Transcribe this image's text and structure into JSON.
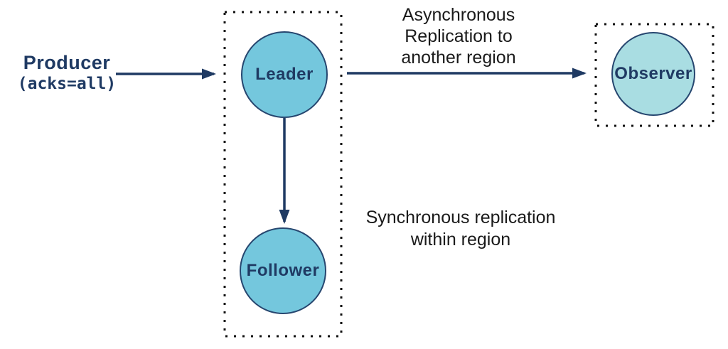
{
  "producer": {
    "name": "Producer",
    "config": "(acks=all)"
  },
  "nodes": [
    {
      "id": "leader",
      "label": "Leader"
    },
    {
      "id": "follower",
      "label": "Follower"
    },
    {
      "id": "observer",
      "label": "Observer"
    }
  ],
  "annotations": {
    "async_lines": [
      "Asynchronous",
      "Replication to",
      "another region"
    ],
    "sync_lines": [
      "Synchronous replication",
      "within region"
    ]
  },
  "colors": {
    "navy": "#1f3a63",
    "node_fill": "#74c7dd",
    "observer_fill": "#a9dde2",
    "node_border": "#26466f",
    "dot": "#111111",
    "text": "#1a1a1a"
  }
}
